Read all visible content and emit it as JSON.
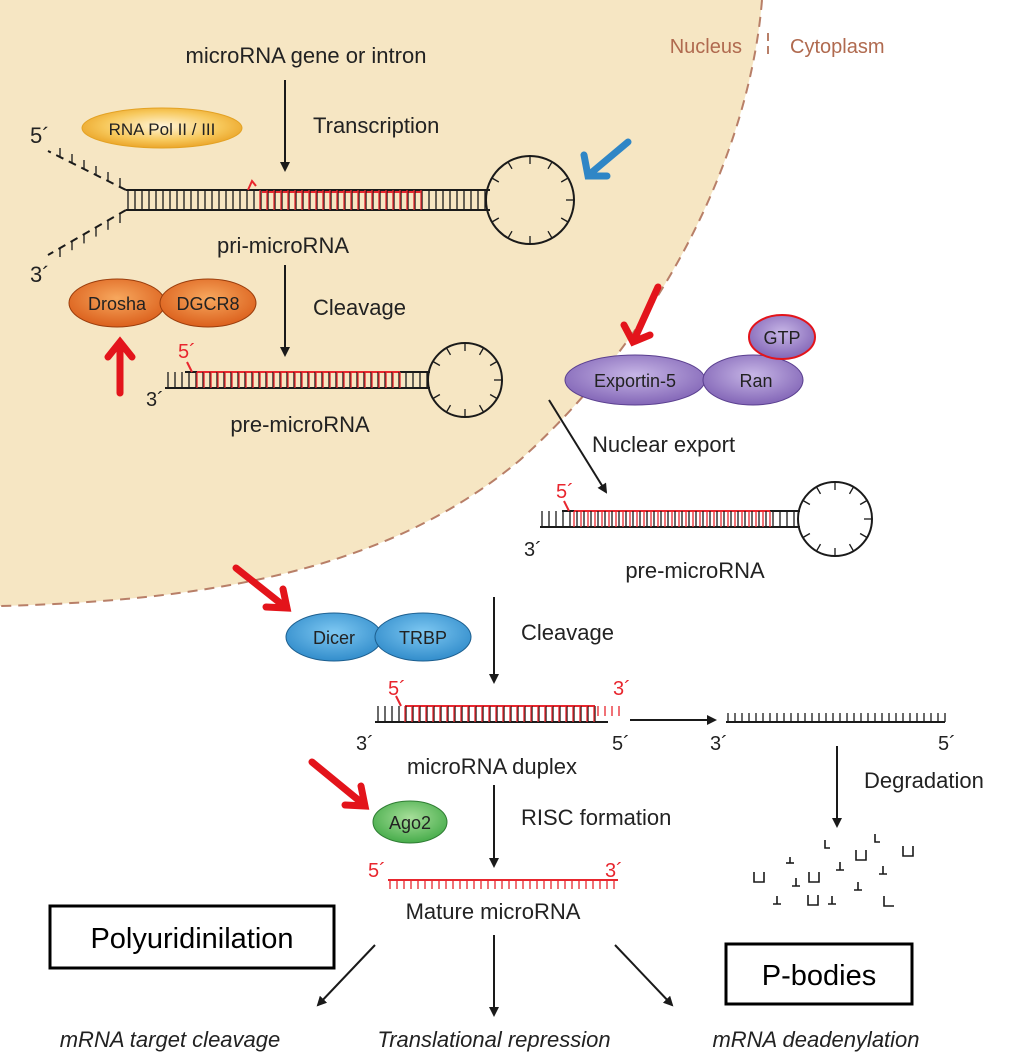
{
  "regions": {
    "nucleus": "Nucleus",
    "cytoplasm": "Cytoplasm"
  },
  "labels": {
    "gene": "microRNA gene or intron",
    "transcription": "Transcription",
    "pri_mirna": "pri-microRNA",
    "cleavage_1": "Cleavage",
    "pre_mirna_nuclear": "pre-microRNA",
    "nuclear_export": "Nuclear export",
    "pre_mirna_cyto": "pre-microRNA",
    "cleavage_2": "Cleavage",
    "duplex": "microRNA duplex",
    "degradation": "Degradation",
    "risc": "RISC formation",
    "mature": "Mature microRNA",
    "out_cleavage": "mRNA target cleavage",
    "out_repression": "Translational repression",
    "out_deadenylation": "mRNA deadenylation"
  },
  "proteins": {
    "pol": "RNA Pol II / III",
    "drosha": "Drosha",
    "dgcr8": "DGCR8",
    "exportin": "Exportin-5",
    "ran": "Ran",
    "gtp": "GTP",
    "dicer": "Dicer",
    "trbp": "TRBP",
    "ago2": "Ago2"
  },
  "ends": {
    "pri_5": "5´",
    "pri_3": "3´",
    "pre1_5": "5´",
    "pre1_3": "3´",
    "pre2_5": "5´",
    "pre2_3": "3´",
    "dup_5": "5´",
    "dup_3": "3´",
    "dup_3b": "3´",
    "dup_5b": "5´",
    "deg_3": "3´",
    "deg_5": "5´",
    "mat_5": "5´",
    "mat_3": "3´"
  },
  "boxes": {
    "polyuridinilation": "Polyuridinilation",
    "pbodies": "P-bodies"
  },
  "colors": {
    "nucleus_fill": "#f6e6c3",
    "membrane": "#b87f68",
    "region_text": "#b06a4f",
    "mirna_red": "#e8262e",
    "highlight_arrow_red": "#e3141b",
    "highlight_arrow_blue": "#2f86c6",
    "pol_fill": "#f4b43a",
    "drosha_fill": "#e9722d",
    "exportin_fill": "#8f74bf",
    "dicer_fill": "#3a9ad8",
    "ago2_fill": "#5cbc5c"
  }
}
